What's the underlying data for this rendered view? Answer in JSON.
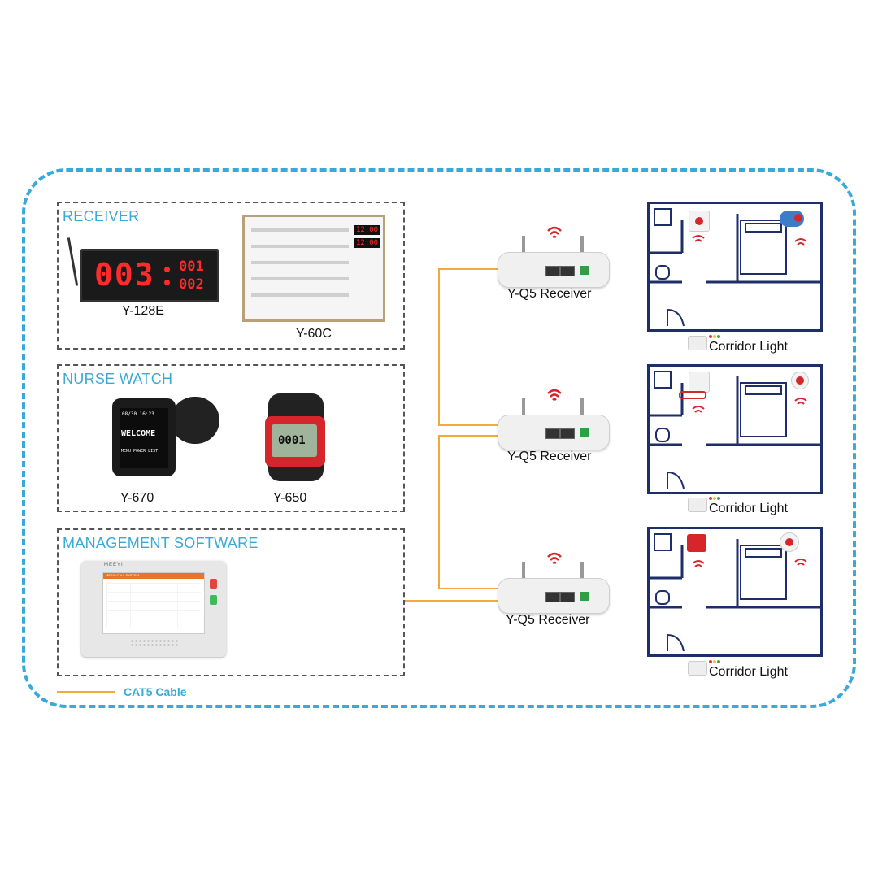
{
  "sections": {
    "receiver": {
      "title": "RECEIVER"
    },
    "nurse_watch": {
      "title": "NURSE WATCH"
    },
    "management_software": {
      "title": "MANAGEMENT SOFTWARE"
    }
  },
  "devices": {
    "y128e": {
      "label": "Y-128E",
      "display_main": "003",
      "display_small_top": "001",
      "display_small_bottom": "002"
    },
    "y60c": {
      "label": "Y-60C",
      "display_top": "12:00",
      "display_bottom": "12:00"
    },
    "y670": {
      "label": "Y-670",
      "screen_text": "WELCOME",
      "screen_time": "08/30  16:23",
      "screen_menu": "MENU POWER LIST"
    },
    "y650": {
      "label": "Y-650",
      "screen_text": "0001"
    },
    "tablet": {
      "brand": "MEEYI",
      "title": "MEEYI CALL SYSTEM"
    }
  },
  "receivers": [
    {
      "label": "Y-Q5 Receiver"
    },
    {
      "label": "Y-Q5 Receiver"
    },
    {
      "label": "Y-Q5 Receiver"
    }
  ],
  "rooms": [
    {
      "corridor_label": "Corridor Light"
    },
    {
      "corridor_label": "Corridor Light"
    },
    {
      "corridor_label": "Corridor Light"
    }
  ],
  "legend": {
    "cable_label": "CAT5 Cable"
  },
  "colors": {
    "frame": "#39a9d9",
    "cable": "#f2a93b",
    "room_line": "#1e2e6a",
    "signal": "#d7262b",
    "title": "#39a9d9"
  }
}
